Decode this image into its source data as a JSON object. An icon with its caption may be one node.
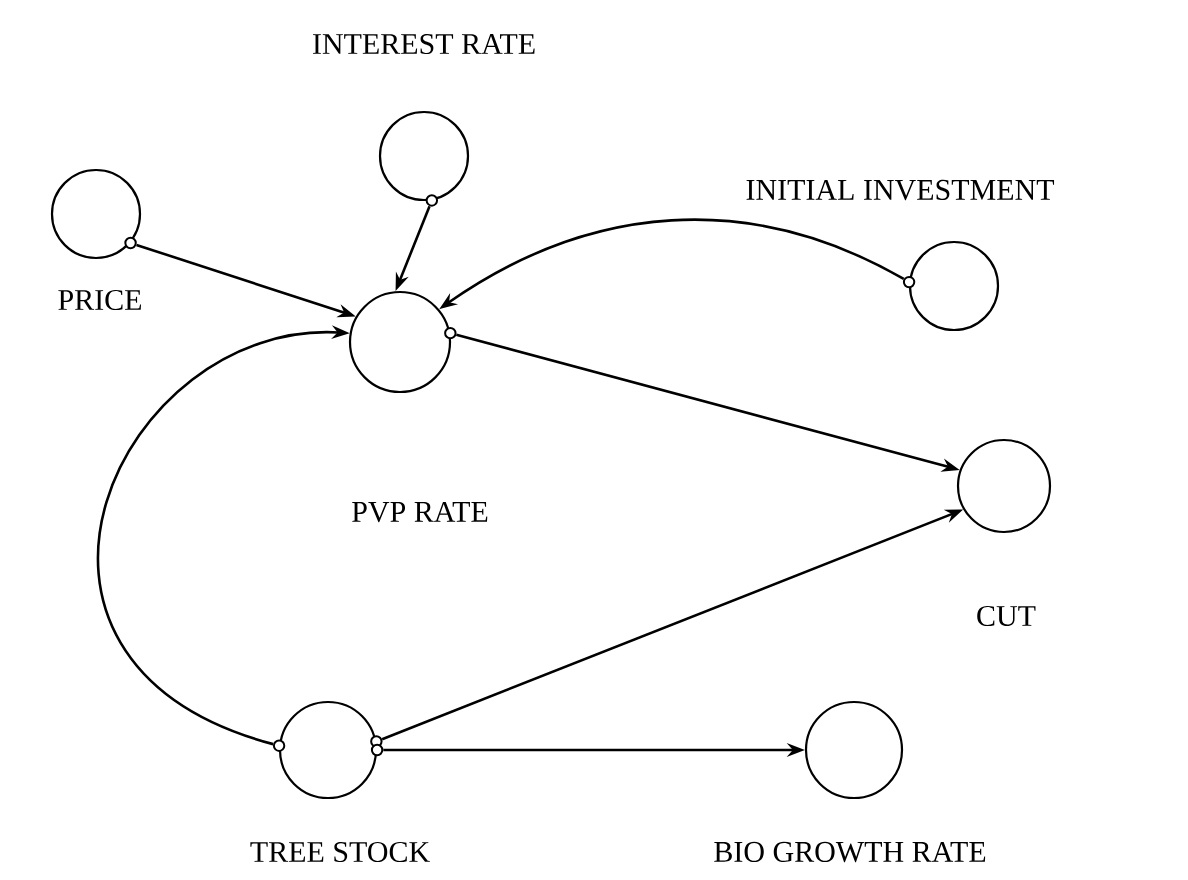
{
  "diagram": {
    "nodes": [
      {
        "text": [
          "PRICE"
        ]
      },
      {
        "text": [
          "INTEREST RATE"
        ]
      },
      {
        "text": [
          "INITIAL INVESTMENT"
        ]
      },
      {
        "text": [
          "PVP RATE"
        ]
      },
      {
        "text": [
          "CUT"
        ]
      },
      {
        "text": [
          "TREE STOCK"
        ]
      },
      {
        "text": [
          "BIO GROWTH RATE"
        ]
      }
    ],
    "edges": [
      {
        "from": 0,
        "to": 3,
        "arrow": "to"
      },
      {
        "from": 1,
        "to": 3,
        "arrow": "to"
      },
      {
        "from": 2,
        "to": 3,
        "arrow": "to"
      },
      {
        "from": 3,
        "to": 4,
        "arrow": "to"
      },
      {
        "from": 5,
        "to": 3,
        "arrow": "to"
      },
      {
        "from": 5,
        "to": 4,
        "arrow": "to"
      },
      {
        "from": 5,
        "to": 6,
        "arrow": "to"
      }
    ]
  }
}
